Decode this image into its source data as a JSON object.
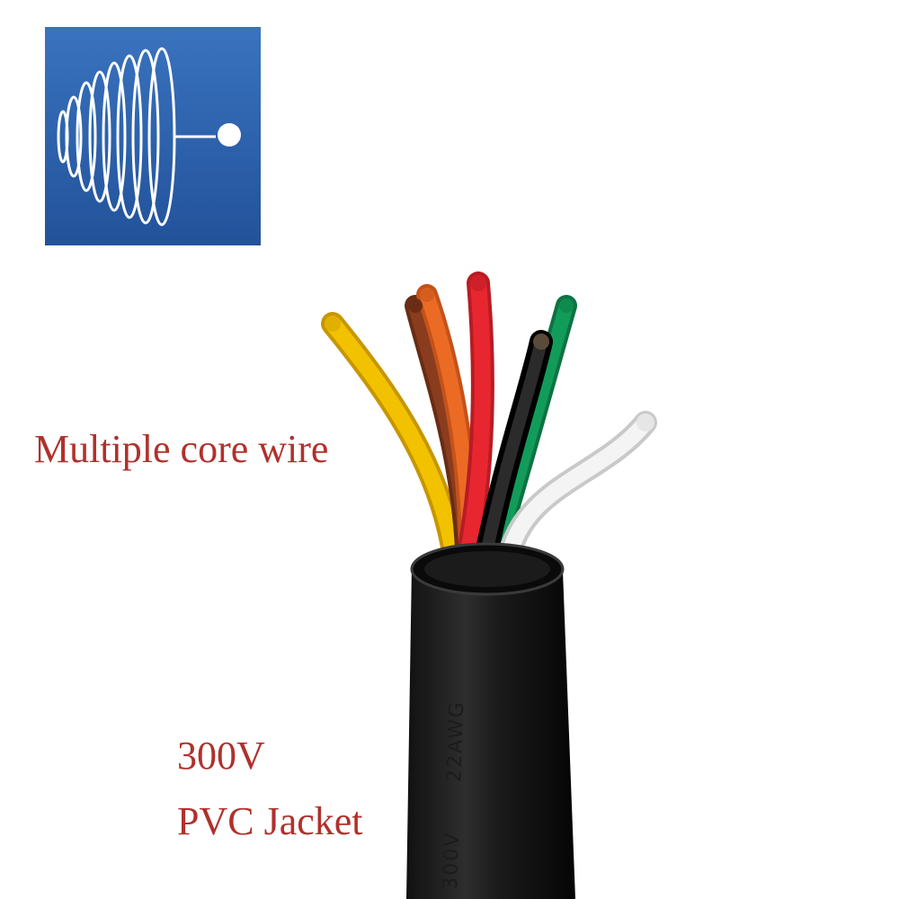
{
  "logo": {
    "icon": "coil-logo",
    "background": "#2b5fab",
    "foreground": "#ffffff"
  },
  "captions": {
    "product": "Multiple core wire",
    "voltage": "300V",
    "jacket": "PVC Jacket",
    "color": "#b0312c"
  },
  "cable_print": {
    "voltage": "300V",
    "gauge": "22AWG"
  },
  "wires": [
    {
      "color": "yellow",
      "hex": "#f2c200"
    },
    {
      "color": "brown",
      "hex": "#8a3d1e"
    },
    {
      "color": "orange",
      "hex": "#ec6b24"
    },
    {
      "color": "red",
      "hex": "#e8262f"
    },
    {
      "color": "green",
      "hex": "#129c5a"
    },
    {
      "color": "black",
      "hex": "#1d1d1d"
    },
    {
      "color": "white",
      "hex": "#f4f4f4"
    }
  ]
}
